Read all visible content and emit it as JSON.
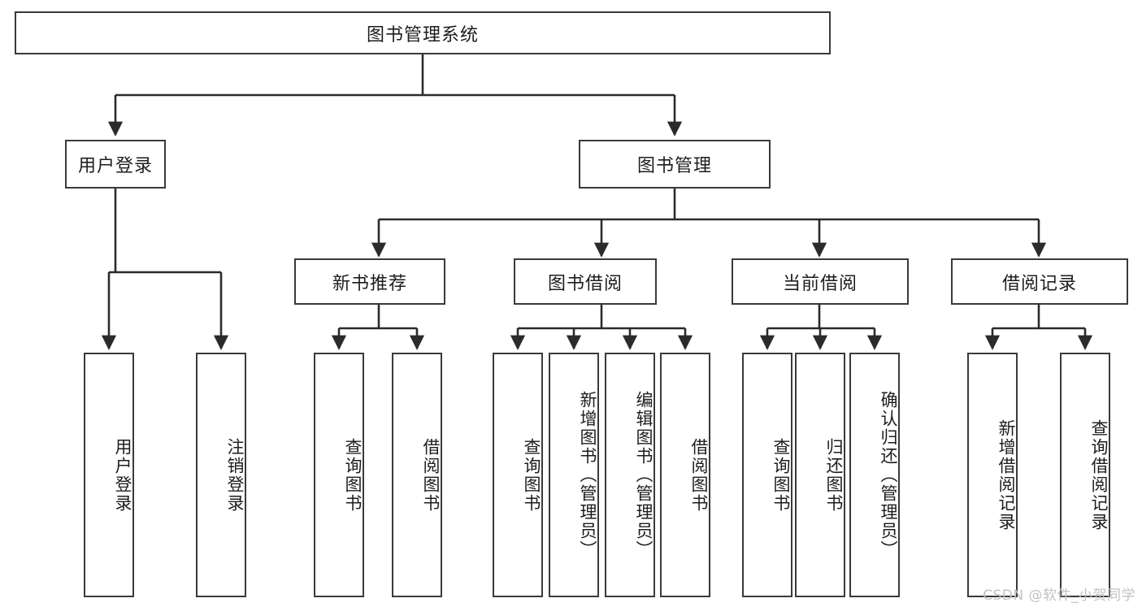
{
  "diagram": {
    "title": "图书管理系统",
    "type": "tree-hierarchy-diagram",
    "colors": {
      "box_border": "#3a3a3a",
      "box_fill": "#ffffff",
      "edge": "#2b2b2b",
      "text": "#1d1d1d",
      "watermark": "#c2c2c2",
      "background": "#ffffff"
    },
    "root": {
      "label": "图书管理系统"
    },
    "level2": [
      {
        "label": "用户登录"
      },
      {
        "label": "图书管理"
      }
    ],
    "level3": [
      {
        "label": "新书推荐"
      },
      {
        "label": "图书借阅"
      },
      {
        "label": "当前借阅"
      },
      {
        "label": "借阅记录"
      }
    ],
    "leaves_user_login": [
      {
        "label": "用户登录"
      },
      {
        "label": "注销登录"
      }
    ],
    "leaves_new_book": [
      {
        "label": "查询图书"
      },
      {
        "label": "借阅图书"
      }
    ],
    "leaves_borrow": [
      {
        "label": "查询图书"
      },
      {
        "label": "新增图书（管理员）"
      },
      {
        "label": "编辑图书（管理员）"
      },
      {
        "label": "借阅图书"
      }
    ],
    "leaves_current": [
      {
        "label": "查询图书"
      },
      {
        "label": "归还图书"
      },
      {
        "label": "确认归还（管理员）"
      }
    ],
    "leaves_record": [
      {
        "label": "新增借阅记录"
      },
      {
        "label": "查询借阅记录"
      }
    ]
  },
  "watermark": {
    "text": "CSDN @软件_小贺同学"
  }
}
